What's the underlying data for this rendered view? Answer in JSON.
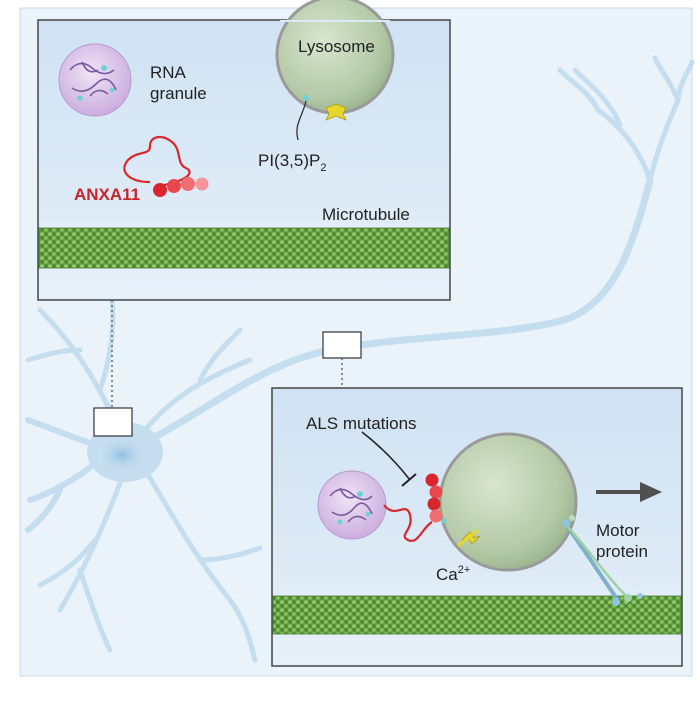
{
  "labels": {
    "rna_granule_line1": "RNA",
    "rna_granule_line2": "granule",
    "lysosome": "Lysosome",
    "pi_base": "PI(3,5)P",
    "pi_sub": "2",
    "anxa11": "ANXA11",
    "microtubule": "Microtubule",
    "als_mutations": "ALS mutations",
    "calcium_base": "Ca",
    "calcium_sup": "2+",
    "motor_line1": "Motor",
    "motor_line2": "protein"
  },
  "colors": {
    "background_panel": "#eaf2fa",
    "neuron": "#c4ddef",
    "neuron_soma": "#a9cde9",
    "inset_bg": "#dbe9f6",
    "microtubule": "#5c9a3d",
    "microtubule_light": "#9ccd6f",
    "anxa11": "#d9262c",
    "lysosome": "#b9cfab",
    "granule": "#d8c2e6",
    "channel": "#e7d62b",
    "arrow": "#505050"
  }
}
